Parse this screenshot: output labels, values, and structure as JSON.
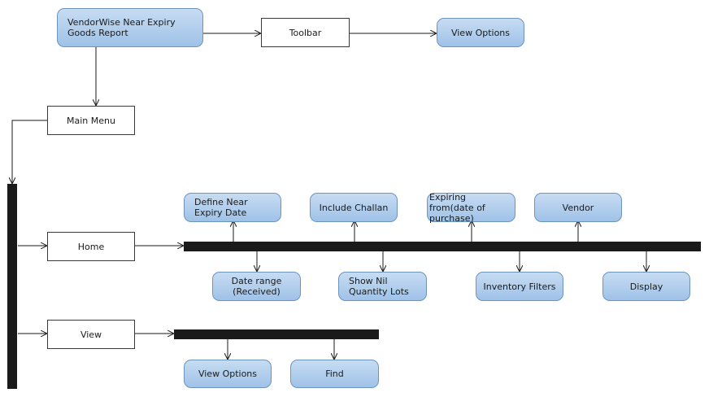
{
  "root": {
    "label": "VendorWise Near Expiry Goods Report"
  },
  "toolbar": {
    "label": "Toolbar"
  },
  "toolbar_view_options": {
    "label": "View Options"
  },
  "main_menu": {
    "label": "Main Menu"
  },
  "home": {
    "label": "Home"
  },
  "view": {
    "label": "View"
  },
  "home_items": {
    "define_near_expiry_date": "Define Near Expiry Date",
    "include_challan": "Include Challan",
    "expiring_from": "Expiring from(date of purchase)",
    "vendor": "Vendor",
    "date_range_received": "Date range (Received)",
    "show_nil_quantity_lots": "Show Nil Quantity Lots",
    "inventory_filters": "Inventory Filters",
    "display": "Display"
  },
  "view_items": {
    "view_options": "View Options",
    "find": "Find"
  }
}
